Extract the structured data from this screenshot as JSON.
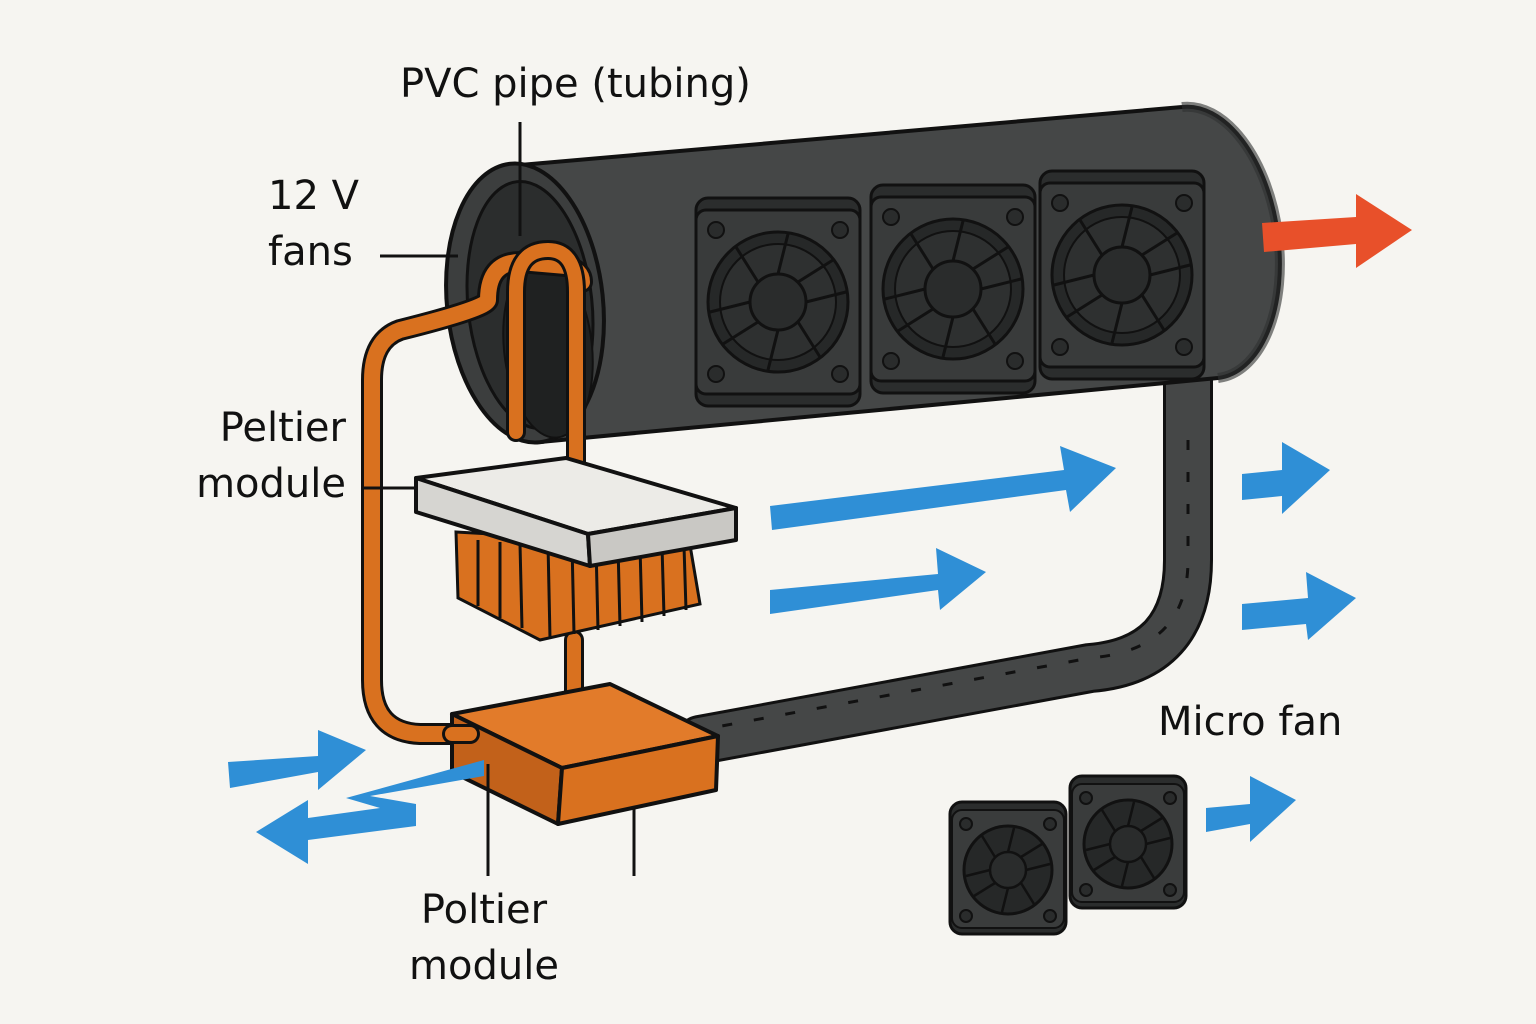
{
  "labels": {
    "pvc_pipe": "PVC pipe (tubing)",
    "fans_line1": "12 V",
    "fans_line2": "fans",
    "peltier_line1": "Peltier",
    "peltier_line2": "module",
    "poltier_line1": "Poltier",
    "poltier_line2": "module",
    "micro_fan": "Micro fan"
  },
  "colors": {
    "background": "#f6f5f1",
    "pipe": "#454747",
    "pipe_dark": "#2e3030",
    "fan_frame": "#333535",
    "fan_blade": "#242626",
    "copper": "#d9711f",
    "copper_dark": "#b85a14",
    "plate": "#ecebe7",
    "cold_air": "#2f8fd6",
    "hot_air": "#e8502a",
    "ink": "#111111"
  },
  "icons": [
    "fan-icon",
    "airflow-arrow-icon",
    "heat-exhaust-arrow-icon"
  ]
}
